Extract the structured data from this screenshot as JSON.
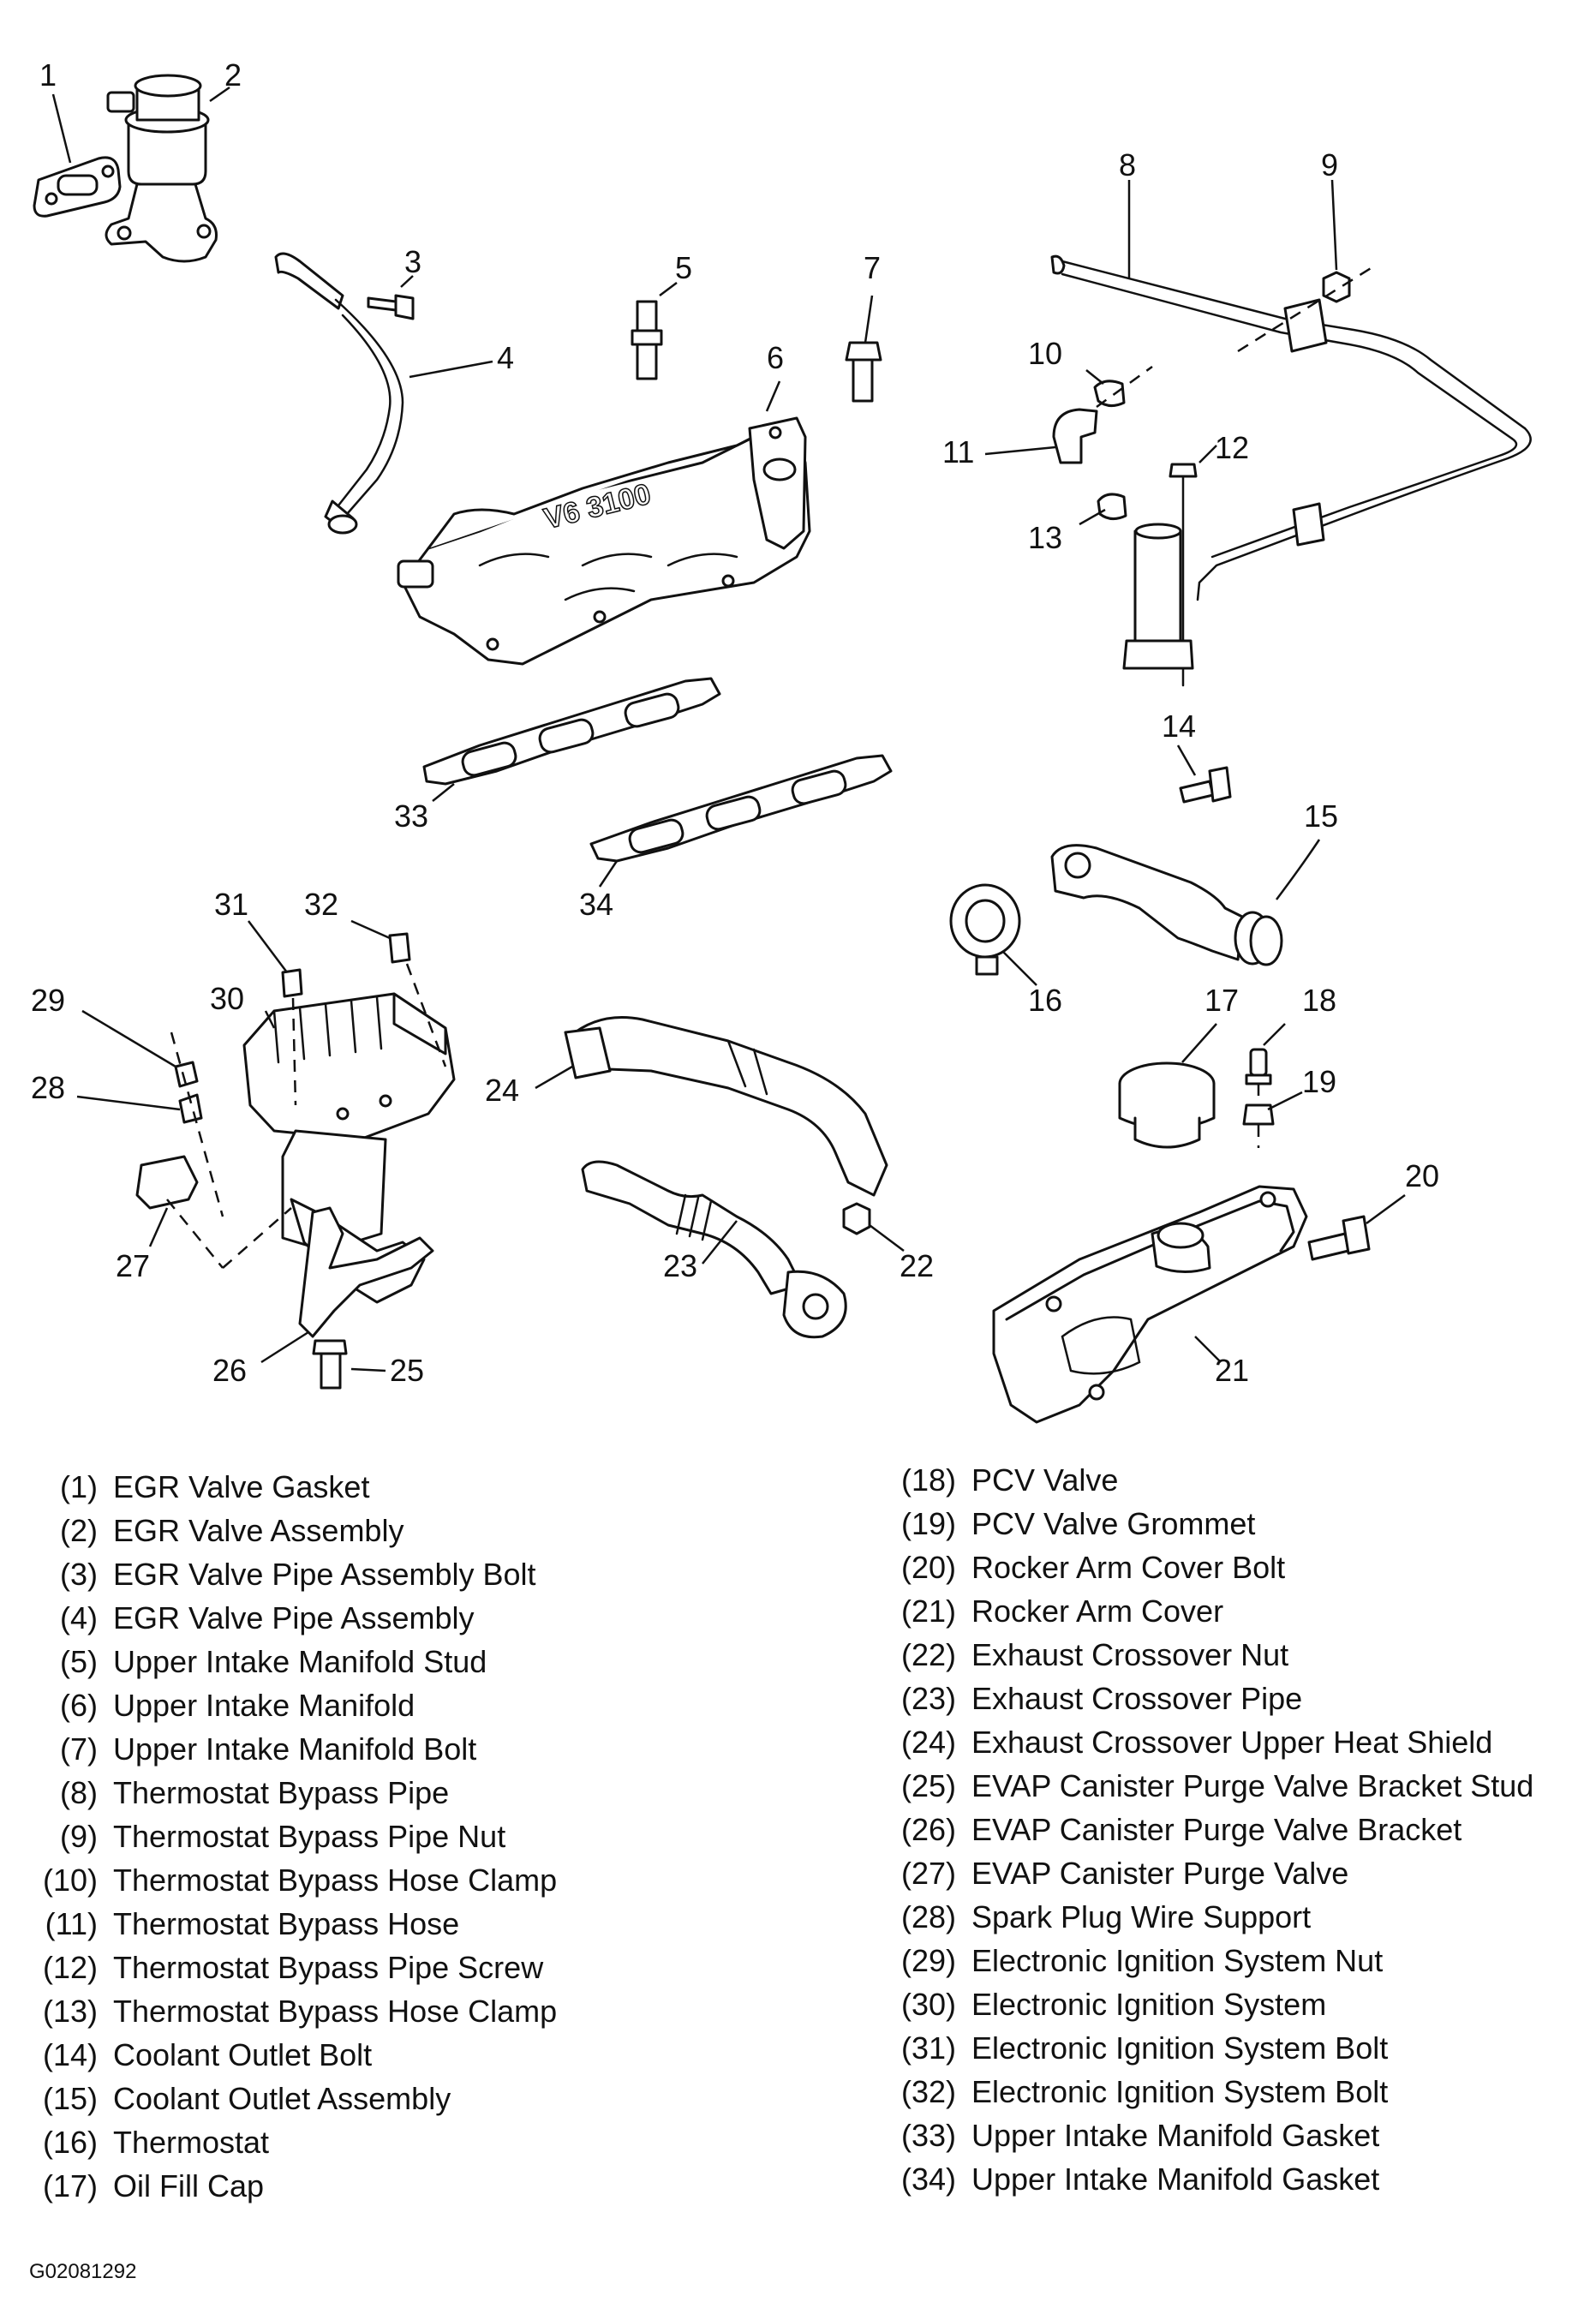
{
  "callouts": [
    "1",
    "2",
    "3",
    "4",
    "5",
    "6",
    "7",
    "8",
    "9",
    "10",
    "11",
    "12",
    "13",
    "14",
    "15",
    "16",
    "17",
    "18",
    "19",
    "20",
    "21",
    "22",
    "23",
    "24",
    "25",
    "26",
    "27",
    "28",
    "29",
    "30",
    "31",
    "32",
    "33",
    "34"
  ],
  "legend_left": [
    {
      "num": "(1)",
      "label": "EGR Valve Gasket"
    },
    {
      "num": "(2)",
      "label": "EGR Valve Assembly"
    },
    {
      "num": "(3)",
      "label": "EGR Valve Pipe Assembly Bolt"
    },
    {
      "num": "(4)",
      "label": "EGR Valve Pipe Assembly"
    },
    {
      "num": "(5)",
      "label": "Upper Intake Manifold Stud"
    },
    {
      "num": "(6)",
      "label": "Upper Intake Manifold"
    },
    {
      "num": "(7)",
      "label": "Upper Intake Manifold Bolt"
    },
    {
      "num": "(8)",
      "label": "Thermostat Bypass Pipe"
    },
    {
      "num": "(9)",
      "label": "Thermostat Bypass Pipe Nut"
    },
    {
      "num": "(10)",
      "label": "Thermostat Bypass Hose Clamp"
    },
    {
      "num": "(11)",
      "label": "Thermostat Bypass Hose"
    },
    {
      "num": "(12)",
      "label": "Thermostat Bypass Pipe Screw"
    },
    {
      "num": "(13)",
      "label": "Thermostat Bypass Hose Clamp"
    },
    {
      "num": "(14)",
      "label": "Coolant Outlet Bolt"
    },
    {
      "num": "(15)",
      "label": "Coolant Outlet Assembly"
    },
    {
      "num": "(16)",
      "label": "Thermostat"
    },
    {
      "num": "(17)",
      "label": "Oil Fill Cap"
    }
  ],
  "legend_right": [
    {
      "num": "(18)",
      "label": "PCV Valve"
    },
    {
      "num": "(19)",
      "label": "PCV Valve Grommet"
    },
    {
      "num": "(20)",
      "label": "Rocker Arm Cover Bolt"
    },
    {
      "num": "(21)",
      "label": "Rocker Arm Cover"
    },
    {
      "num": "(22)",
      "label": "Exhaust Crossover Nut"
    },
    {
      "num": "(23)",
      "label": "Exhaust Crossover Pipe"
    },
    {
      "num": "(24)",
      "label": "Exhaust Crossover Upper Heat Shield"
    },
    {
      "num": "(25)",
      "label": "EVAP Canister Purge Valve Bracket Stud"
    },
    {
      "num": "(26)",
      "label": "EVAP Canister Purge Valve Bracket"
    },
    {
      "num": "(27)",
      "label": "EVAP Canister Purge Valve"
    },
    {
      "num": "(28)",
      "label": "Spark Plug Wire Support"
    },
    {
      "num": "(29)",
      "label": "Electronic Ignition System Nut"
    },
    {
      "num": "(30)",
      "label": "Electronic Ignition System"
    },
    {
      "num": "(31)",
      "label": "Electronic Ignition System Bolt"
    },
    {
      "num": "(32)",
      "label": "Electronic Ignition System Bolt"
    },
    {
      "num": "(33)",
      "label": "Upper Intake Manifold Gasket"
    },
    {
      "num": "(34)",
      "label": "Upper Intake Manifold Gasket"
    }
  ],
  "manifold_marking": "V6 3100",
  "figure_id": "G02081292"
}
